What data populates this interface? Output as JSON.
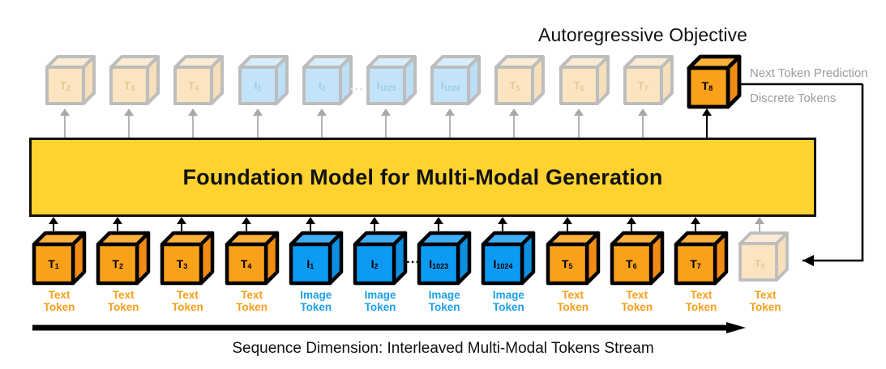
{
  "title": "Autoregressive Objective",
  "foundation_model": {
    "label": "Foundation Model for Multi-Modal Generation"
  },
  "side_labels": {
    "next_token_prediction": "Next Token Prediction",
    "discrete_tokens": "Discrete Tokens"
  },
  "sequence": {
    "caption": "Sequence Dimension: Interleaved Multi-Modal Tokens Stream"
  },
  "colors": {
    "orange": "#F9A11B",
    "blue": "#0C9AF2",
    "yellow": "#FFD230",
    "ghost_orange": "#FBE5C0",
    "ghost_blue": "#C3E4F8",
    "ghost_outline": "#BDBDBD",
    "outline": "#000000",
    "gray_text": "#9C9C9C"
  },
  "output_row": {
    "cubes": [
      {
        "label": "T",
        "sub": "2",
        "kind": "text",
        "state": "ghost"
      },
      {
        "label": "T",
        "sub": "3",
        "kind": "text",
        "state": "ghost"
      },
      {
        "label": "T",
        "sub": "4",
        "kind": "text",
        "state": "ghost"
      },
      {
        "label": "I",
        "sub": "1",
        "kind": "image",
        "state": "ghost"
      },
      {
        "label": "I",
        "sub": "2",
        "kind": "image",
        "state": "ghost"
      },
      {
        "label": "I",
        "sub": "1023",
        "kind": "image",
        "state": "ghost"
      },
      {
        "label": "I",
        "sub": "1024",
        "kind": "image",
        "state": "ghost"
      },
      {
        "label": "T",
        "sub": "5",
        "kind": "text",
        "state": "ghost"
      },
      {
        "label": "T",
        "sub": "6",
        "kind": "text",
        "state": "ghost"
      },
      {
        "label": "T",
        "sub": "7",
        "kind": "text",
        "state": "ghost"
      },
      {
        "label": "T",
        "sub": "8",
        "kind": "text",
        "state": "active"
      }
    ],
    "ellipsis": "..."
  },
  "input_row": {
    "cubes": [
      {
        "label": "T",
        "sub": "1",
        "kind": "text",
        "state": "solid",
        "token_label": "Text\nToken"
      },
      {
        "label": "T",
        "sub": "2",
        "kind": "text",
        "state": "solid",
        "token_label": "Text\nToken"
      },
      {
        "label": "T",
        "sub": "3",
        "kind": "text",
        "state": "solid",
        "token_label": "Text\nToken"
      },
      {
        "label": "T",
        "sub": "4",
        "kind": "text",
        "state": "solid",
        "token_label": "Text\nToken"
      },
      {
        "label": "I",
        "sub": "1",
        "kind": "image",
        "state": "solid",
        "token_label": "Image\nToken"
      },
      {
        "label": "I",
        "sub": "2",
        "kind": "image",
        "state": "solid",
        "token_label": "Image\nToken"
      },
      {
        "label": "I",
        "sub": "1023",
        "kind": "image",
        "state": "solid",
        "token_label": "Image\nToken"
      },
      {
        "label": "I",
        "sub": "1024",
        "kind": "image",
        "state": "solid",
        "token_label": "Image\nToken"
      },
      {
        "label": "T",
        "sub": "5",
        "kind": "text",
        "state": "solid",
        "token_label": "Text\nToken"
      },
      {
        "label": "T",
        "sub": "6",
        "kind": "text",
        "state": "solid",
        "token_label": "Text\nToken"
      },
      {
        "label": "T",
        "sub": "7",
        "kind": "text",
        "state": "solid",
        "token_label": "Text\nToken"
      },
      {
        "label": "T",
        "sub": "8",
        "kind": "text",
        "state": "ghost",
        "token_label": "Text\nToken"
      }
    ],
    "ellipsis": "..."
  }
}
